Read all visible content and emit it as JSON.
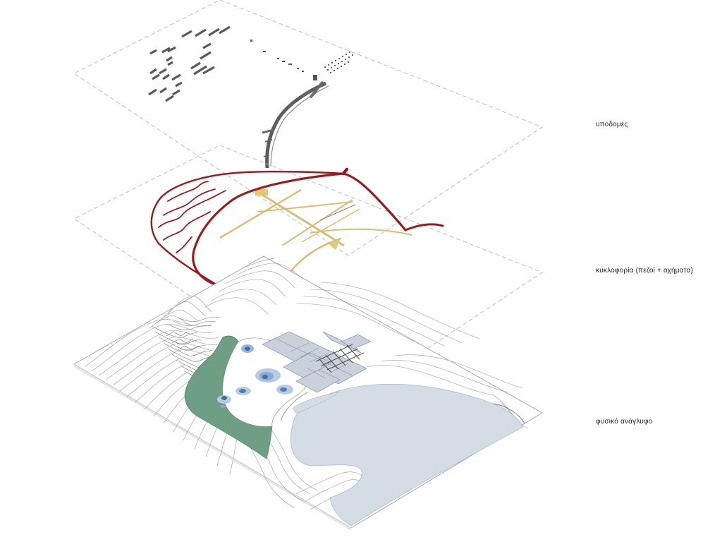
{
  "layers": [
    {
      "id": "infrastructure",
      "label": "υποδομές"
    },
    {
      "id": "circulation",
      "label": "κυκλοφορία (πεζοί + οχήματα)"
    },
    {
      "id": "terrain",
      "label": "φυσικό ανάγλυφο"
    }
  ],
  "colors": {
    "vehicle_road": "#9b1b1f",
    "pedestrian_path": "#d9be78",
    "vegetation": "#6e9e84",
    "water": "#d4dde6",
    "wetland": "#9cb7d8",
    "wetland_core": "#3f6fa6",
    "buildings": "#c9d2dc",
    "infrastructure_marks": "#555555",
    "plane_outline": "#b9b9b9"
  }
}
